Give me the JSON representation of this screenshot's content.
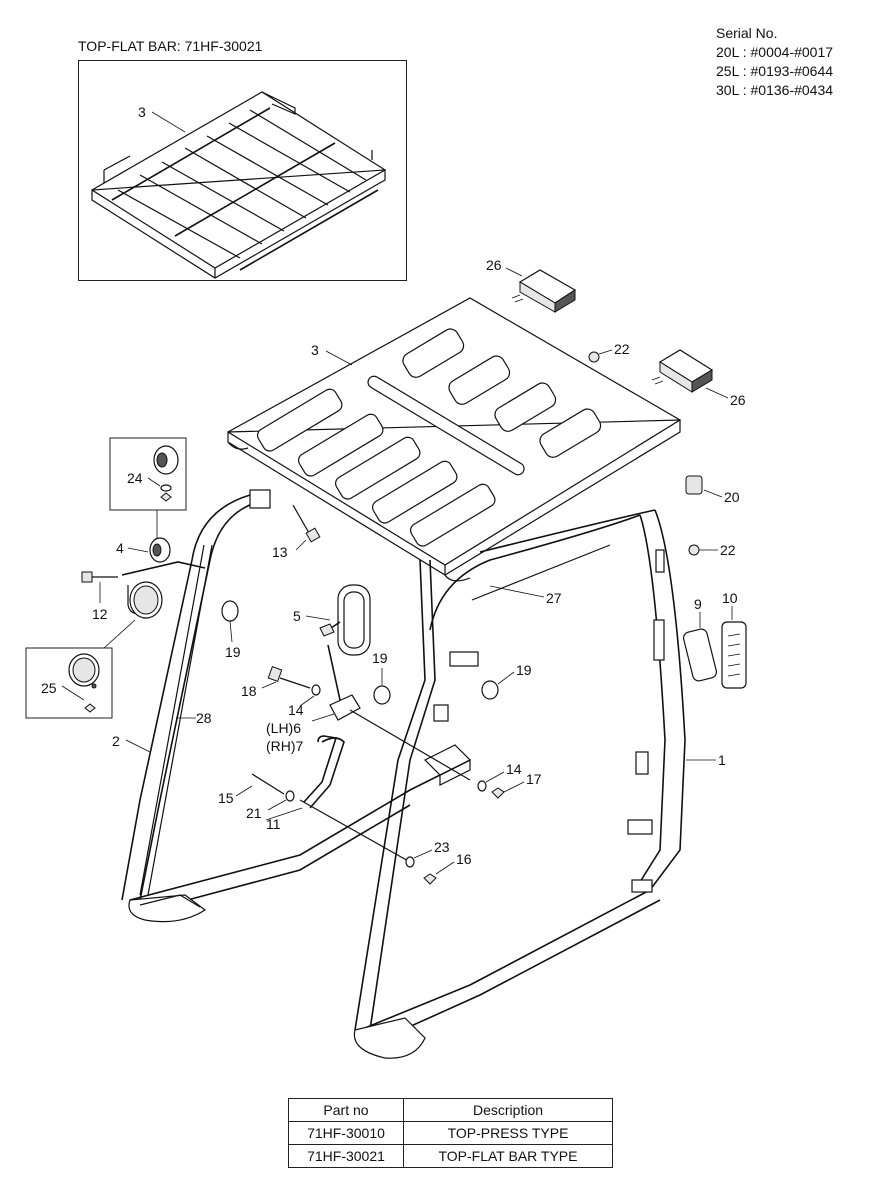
{
  "serial": {
    "heading": "Serial No.",
    "lines": [
      "20L : #0004-#0017",
      "25L : #0193-#0644",
      "30L : #0136-#0434"
    ]
  },
  "inset": {
    "title": "TOP-FLAT BAR: 71HF-30021",
    "callout": "3"
  },
  "callouts": {
    "c1": "1",
    "c2": "2",
    "c3": "3",
    "c4": "4",
    "c5": "5",
    "c6": "(LH)6",
    "c7": "(RH)7",
    "c9": "9",
    "c10": "10",
    "c11": "11",
    "c12": "12",
    "c13": "13",
    "c14a": "14",
    "c14b": "14",
    "c15": "15",
    "c16": "16",
    "c17": "17",
    "c18": "18",
    "c19a": "19",
    "c19b": "19",
    "c19c": "19",
    "c20": "20",
    "c21": "21",
    "c22a": "22",
    "c22b": "22",
    "c23": "23",
    "c24": "24",
    "c25": "25",
    "c26a": "26",
    "c26b": "26",
    "c27": "27",
    "c28": "28"
  },
  "parts_table": {
    "headers": [
      "Part no",
      "Description"
    ],
    "rows": [
      [
        "71HF-30010",
        "TOP-PRESS TYPE"
      ],
      [
        "71HF-30021",
        "TOP-FLAT BAR TYPE"
      ]
    ]
  }
}
